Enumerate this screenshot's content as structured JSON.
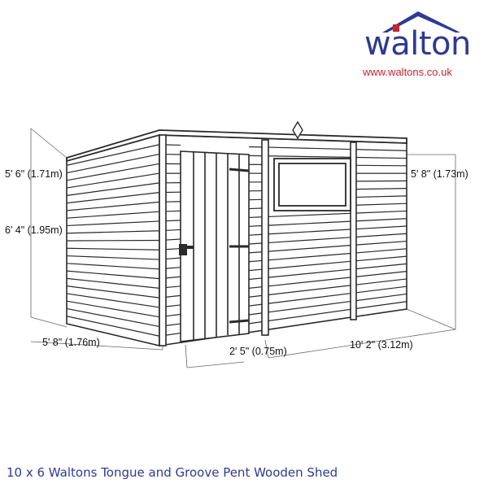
{
  "brand": {
    "name": "walton",
    "url": "www.waltons.co.uk",
    "primary_color": "#2e3a93",
    "accent_color": "#c8242b"
  },
  "dimensions": {
    "front_eave_height": "5' 6\" (1.71m)",
    "ridge_height": "6' 4\" (1.95m)",
    "back_height": "5' 8\" (1.73m)",
    "depth": "5' 8\" (1.76m)",
    "door_width": "2' 5\" (0.75m)",
    "length": "10' 2\" (3.12m)"
  },
  "caption": "10 x 6 Waltons Tongue and Groove Pent Wooden Shed"
}
